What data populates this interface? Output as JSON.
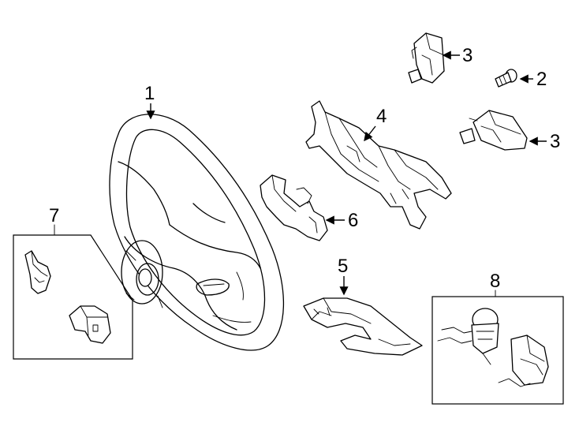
{
  "callouts": {
    "c1": "1",
    "c2": "2",
    "c3a": "3",
    "c3b": "3",
    "c4": "4",
    "c5": "5",
    "c6": "6",
    "c7": "7",
    "c8": "8"
  },
  "colors": {
    "ink": "#000000",
    "background": "#ffffff"
  }
}
